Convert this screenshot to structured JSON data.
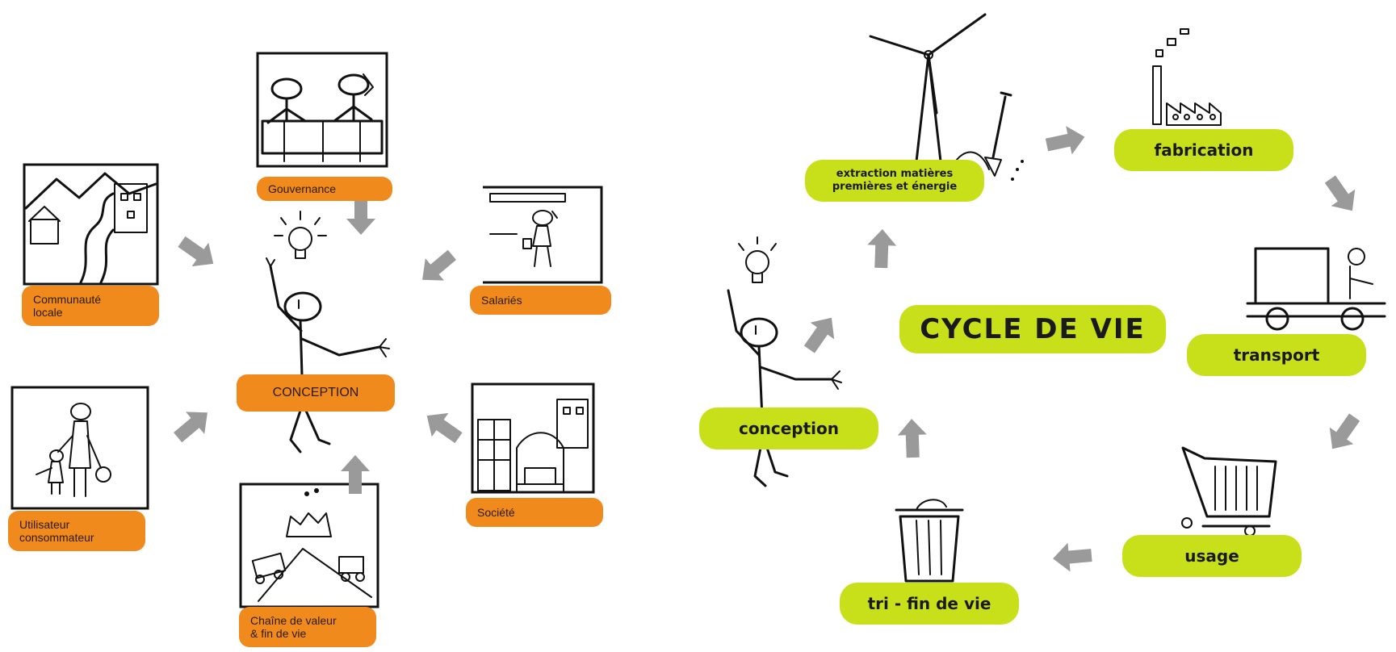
{
  "left_diagram": {
    "center_label": "CONCEPTION",
    "stakeholders": [
      {
        "id": "gouvernance",
        "label": "Gouvernance"
      },
      {
        "id": "communaute",
        "label": "Communauté\nlocale"
      },
      {
        "id": "salaries",
        "label": "Salariés"
      },
      {
        "id": "utilisateur",
        "label": "Utilisateur\nconsommateur"
      },
      {
        "id": "societe",
        "label": "Société"
      },
      {
        "id": "chaine",
        "label": "Chaîne de valeur\n& fin de vie"
      }
    ]
  },
  "right_diagram": {
    "title": "CYCLE DE VIE",
    "stages": {
      "conception": "conception",
      "extraction": "extraction matières\npremières et énergie",
      "fabrication": "fabrication",
      "transport": "transport",
      "usage": "usage",
      "tri": "tri - fin de vie"
    }
  },
  "colors": {
    "orange": "#f08a1d",
    "green": "#c8e01a",
    "arrow": "#9a9a9a",
    "ink": "#111111"
  },
  "icons": [
    "lightbulb-icon",
    "stick-figure-icon",
    "wind-turbine-icon",
    "shovel-icon",
    "factory-icon",
    "truck-icon",
    "shopping-cart-icon",
    "trash-bin-icon"
  ]
}
